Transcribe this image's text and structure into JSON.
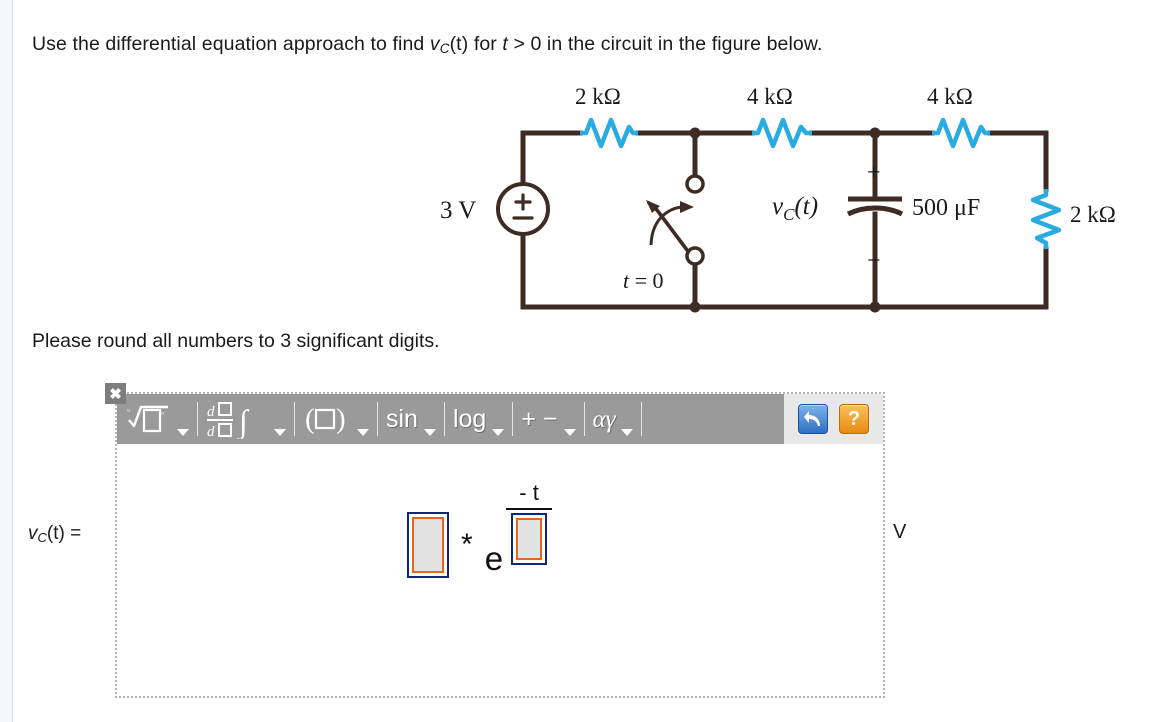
{
  "prompt": {
    "before_v": "Use the differential equation approach to find ",
    "v_symbol": "v",
    "v_sub": "C",
    "v_args": "(t)",
    "mid": " for ",
    "t_symbol": "t",
    "after_t": " > 0 in the circuit in the figure below."
  },
  "round_note": "Please round all numbers to 3 significant digits.",
  "circuit": {
    "source_label": "3 V",
    "source_plus": "+",
    "source_minus": "−",
    "r1_label": "2 kΩ",
    "r2_label": "4 kΩ",
    "r3_label": "4 kΩ",
    "r4_label": "2 kΩ",
    "cap_label": "500 μF",
    "cap_voltage_v": "v",
    "cap_voltage_sub": "C",
    "cap_voltage_args": "(t)",
    "cap_plus": "+",
    "cap_minus": "−",
    "switch_label_t": "t",
    "switch_label_eq": " = 0",
    "wire_color": "#3E2B23",
    "resistor_color": "#29ABE2"
  },
  "toolbar": {
    "close_label": "✖",
    "items": [
      {
        "name": "radical",
        "label": "√",
        "has_caret": true
      },
      {
        "name": "derivative-integral",
        "label": "d/d ∫",
        "has_caret": true
      },
      {
        "name": "parentheses",
        "label": "(□)",
        "has_caret": true
      },
      {
        "name": "trig",
        "label": "sin",
        "has_caret": true
      },
      {
        "name": "log",
        "label": "log",
        "has_caret": true
      },
      {
        "name": "plus-minus",
        "label": "+ −",
        "has_caret": true
      },
      {
        "name": "greek",
        "label": "αγ",
        "has_caret": true
      }
    ],
    "undo_label": "↩",
    "help_label": "?"
  },
  "answer": {
    "label_v": "v",
    "label_sub": "C",
    "label_args": "(t) =",
    "coefficient_value": "",
    "operator": "*",
    "base": "e",
    "exponent_numerator": "- t",
    "tau_value": "",
    "unit": "V"
  }
}
